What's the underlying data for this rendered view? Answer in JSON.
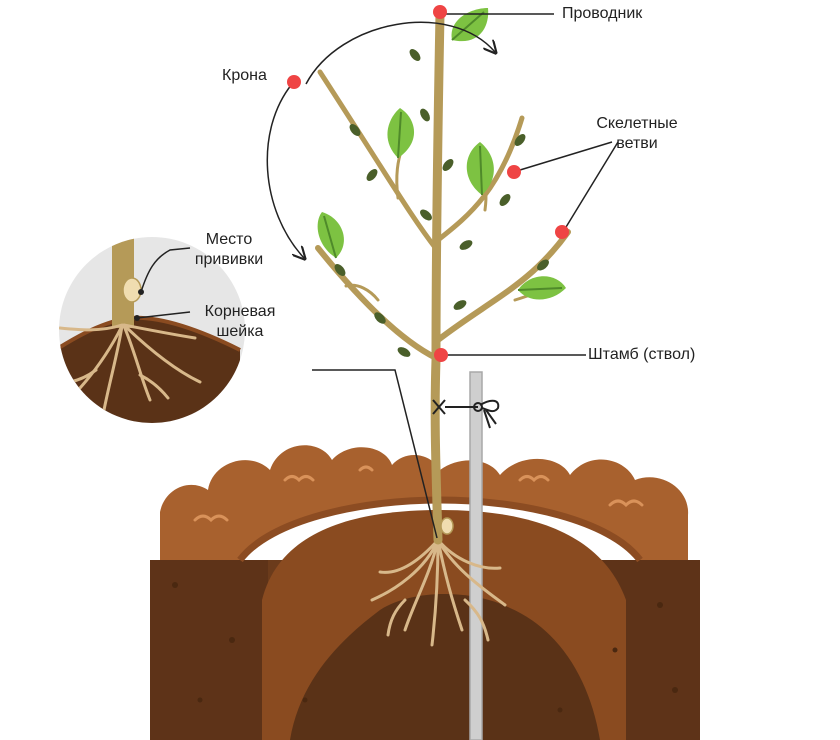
{
  "labels": {
    "leader": "Проводник",
    "crown": "Крона",
    "skeletal_line1": "Скелетные",
    "skeletal_line2": "ветви",
    "graft_line1": "Место",
    "graft_line2": "прививки",
    "root_collar_line1": "Корневая",
    "root_collar_line2": "шейка",
    "trunk": "Штамб (ствол)"
  },
  "colors": {
    "marker": "#ef4444",
    "trunk": "#b59a58",
    "leaf": "#7dc242",
    "leaf_vein": "#4f8a2a",
    "bud": "#4a5f2a",
    "soil_top": "#a8612e",
    "soil_top_dark": "#8c4c22",
    "soil_front": "#6b3b1b",
    "soil_inner": "#8a4b20",
    "soil_pit": "#5a3217",
    "inset_bg": "#e6e6e6",
    "stake": "#cfcfcf",
    "line": "#222222"
  },
  "icons": [
    "leaf-icon",
    "bud-icon",
    "marker-dot-icon",
    "arrow-icon",
    "tie-icon"
  ]
}
